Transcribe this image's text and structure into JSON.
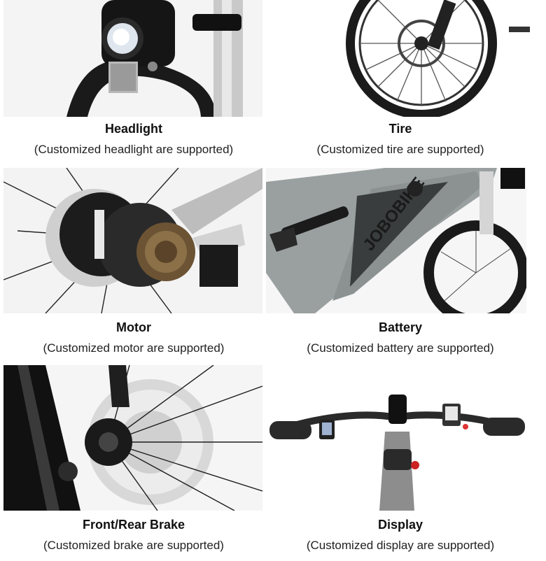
{
  "features": [
    {
      "title": "Headlight",
      "caption": "(Customized headlight are supported)"
    },
    {
      "title": "Tire",
      "caption": "(Customized tire are supported)"
    },
    {
      "title": "Motor",
      "caption": "(Customized motor are supported)"
    },
    {
      "title": "Battery",
      "caption": "(Customized battery are supported)"
    },
    {
      "title": "Front/Rear Brake",
      "caption": "(Customized brake are supported)"
    },
    {
      "title": "Display",
      "caption": "(Customized display are supported)"
    }
  ],
  "battery_frame_text": "JOBOBIKE"
}
